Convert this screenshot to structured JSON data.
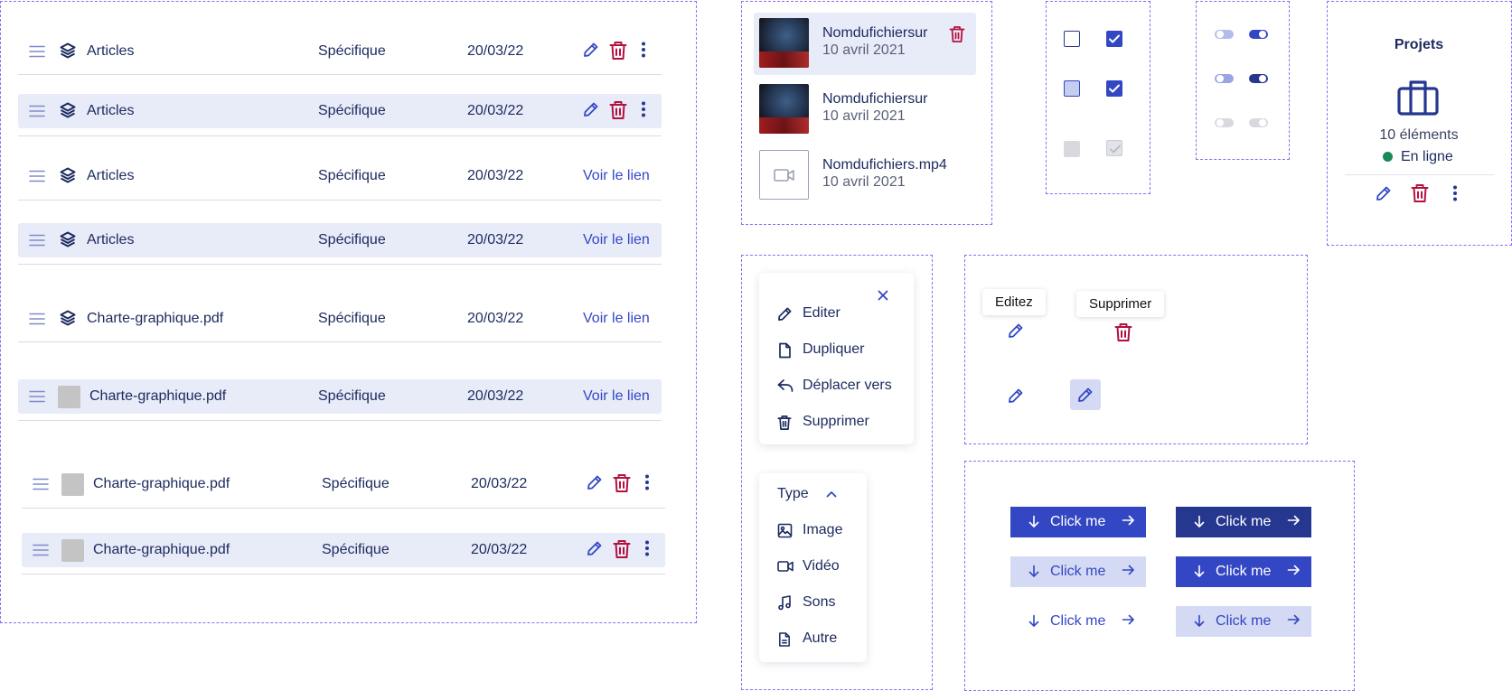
{
  "files": {
    "rows": [
      {
        "name": "Articles",
        "type": "Spécifique",
        "date": "20/03/22",
        "link": ""
      },
      {
        "name": "Articles",
        "type": "Spécifique",
        "date": "20/03/22",
        "link": ""
      },
      {
        "name": "Articles",
        "type": "Spécifique",
        "date": "20/03/22",
        "link": "Voir le lien"
      },
      {
        "name": "Articles",
        "type": "Spécifique",
        "date": "20/03/22",
        "link": "Voir le lien"
      },
      {
        "name": "Charte-graphique.pdf",
        "type": "Spécifique",
        "date": "20/03/22",
        "link": "Voir le lien"
      },
      {
        "name": "Charte-graphique.pdf",
        "type": "Spécifique",
        "date": "20/03/22",
        "link": "Voir le lien"
      },
      {
        "name": "Charte-graphique.pdf",
        "type": "Spécifique",
        "date": "20/03/22",
        "link": ""
      },
      {
        "name": "Charte-graphique.pdf",
        "type": "Spécifique",
        "date": "20/03/22",
        "link": ""
      }
    ]
  },
  "media": {
    "items": [
      {
        "title": "Nomdufichiersur",
        "date": "10 avril 2021"
      },
      {
        "title": "Nomdufichiersur",
        "date": "10 avril 2021"
      },
      {
        "title": "Nomdufichiers.mp4",
        "date": "10 avril 2021"
      }
    ]
  },
  "project_card": {
    "title": "Projets",
    "count": "10 éléments",
    "status": "En ligne",
    "status_color": "#1b8a5a"
  },
  "context_menu": {
    "items": [
      {
        "label": "Editer",
        "icon": "pencil-icon"
      },
      {
        "label": "Dupliquer",
        "icon": "file-icon"
      },
      {
        "label": "Déplacer vers",
        "icon": "reply-arrow-icon"
      },
      {
        "label": "Supprimer",
        "icon": "trash-icon"
      }
    ]
  },
  "filter_menu": {
    "header": "Type",
    "items": [
      {
        "label": "Image",
        "icon": "image-icon"
      },
      {
        "label": "Vidéo",
        "icon": "video-icon"
      },
      {
        "label": "Sons",
        "icon": "music-note-icon"
      },
      {
        "label": "Autre",
        "icon": "document-icon"
      }
    ]
  },
  "tooltips": {
    "edit": "Editez",
    "delete": "Supprimer"
  },
  "buttons": {
    "label": "Click me"
  },
  "colors": {
    "primary": "#3347c5",
    "primary_dark": "#26378f",
    "primary_light": "#d4daf3",
    "danger": "#b3123f",
    "text": "#1b2a5e",
    "highlight": "#e8ebf8",
    "frame": "#8f6cf0"
  }
}
